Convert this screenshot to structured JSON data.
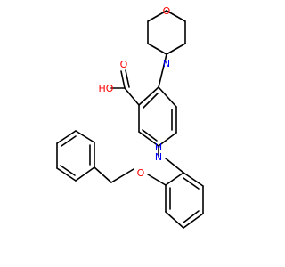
{
  "molecule": {
    "atoms": {
      "ring_oxygen": {
        "symbol": "O",
        "color": "#ff0000"
      },
      "morpholine_nitrogen": {
        "symbol": "N",
        "color": "#0000ff"
      },
      "carbonyl_oxygen": {
        "symbol": "O",
        "color": "#ff0000"
      },
      "hydroxyl": {
        "symbol": "HO",
        "color": "#ff0000"
      },
      "amine": {
        "symbol": "H\nN",
        "color": "#0000ff"
      },
      "ether_oxygen": {
        "symbol": "O",
        "color": "#ff0000"
      }
    },
    "bond_color": "#000000"
  }
}
